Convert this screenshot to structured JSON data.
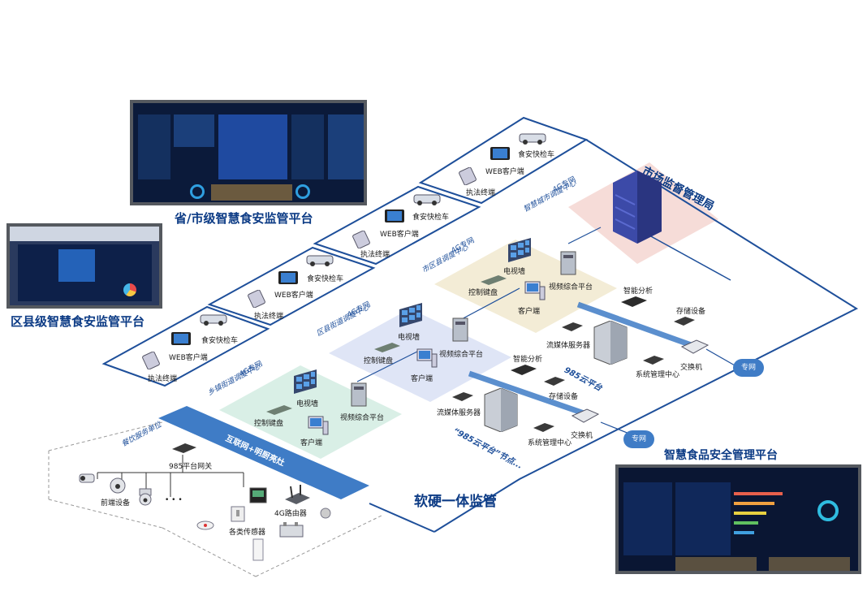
{
  "titles": {
    "province": "省/市级智慧食安监管平台",
    "district": "区县级智慧食安监管平台",
    "smart_platform": "智慧食品安全管理平台",
    "supervision": "软硬一体监管",
    "bureau": "市场监督管理局"
  },
  "terminals": {
    "web_client": "WEB客户端",
    "law_terminal": "执法终端",
    "inspection_car": "食安快检车"
  },
  "network": {
    "net_4g": "4G专网",
    "private_net": "专网",
    "internet_lane": "互联网+明厨亮灶"
  },
  "centers": {
    "city_smart": "智慧城市调度中心",
    "city_district": "市区县调度中心",
    "district_street": "区县街道调度中心",
    "town_street": "乡镇街道调度中心"
  },
  "equipment": {
    "video_wall": "电视墙",
    "control_keyboard": "控制键盘",
    "client": "客户端",
    "video_platform": "视频综合平台",
    "smart_analysis": "智能分析",
    "storage": "存储设备",
    "stream_server": "流媒体服务器",
    "switch": "交换机",
    "system_center": "系统管理中心",
    "cloud_985": "985云平台",
    "cloud_node": "“985云平台”节点..."
  },
  "catering": {
    "unit": "餐饮服务单位",
    "gateway": "985平台网关",
    "front_device": "前端设备",
    "dots": "• • •",
    "router": "4G路由器",
    "sensors": "各类传感器"
  },
  "colors": {
    "title_blue": "#0c3b85",
    "line_blue": "#1e4f9a",
    "cloud": "#3f7cc6",
    "zone_green": "#d9efe6",
    "zone_blue": "#dfe5f6",
    "zone_yellow": "#f3ecd6",
    "zone_pink": "#f6dcd8"
  }
}
